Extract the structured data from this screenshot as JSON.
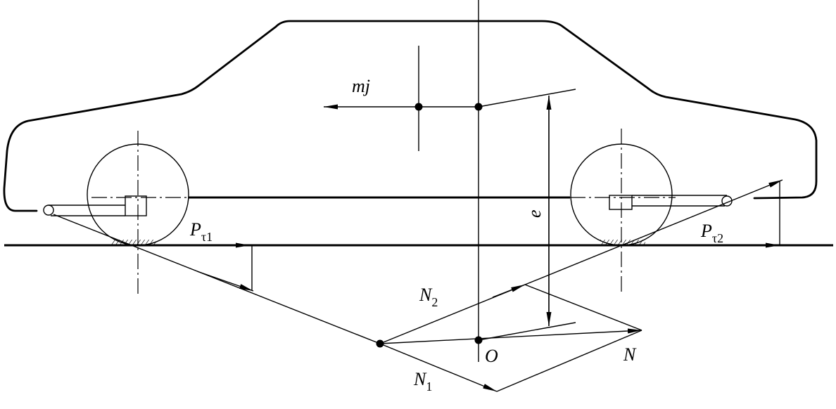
{
  "labels": {
    "mj": "mj",
    "e": "e",
    "O": "O",
    "N": "N",
    "N1": {
      "main": "N",
      "sub": "1"
    },
    "N2": {
      "main": "N",
      "sub": "2"
    },
    "Pt1": {
      "main": "P",
      "sub": "τ1"
    },
    "Pt2": {
      "main": "P",
      "sub": "τ2"
    }
  }
}
